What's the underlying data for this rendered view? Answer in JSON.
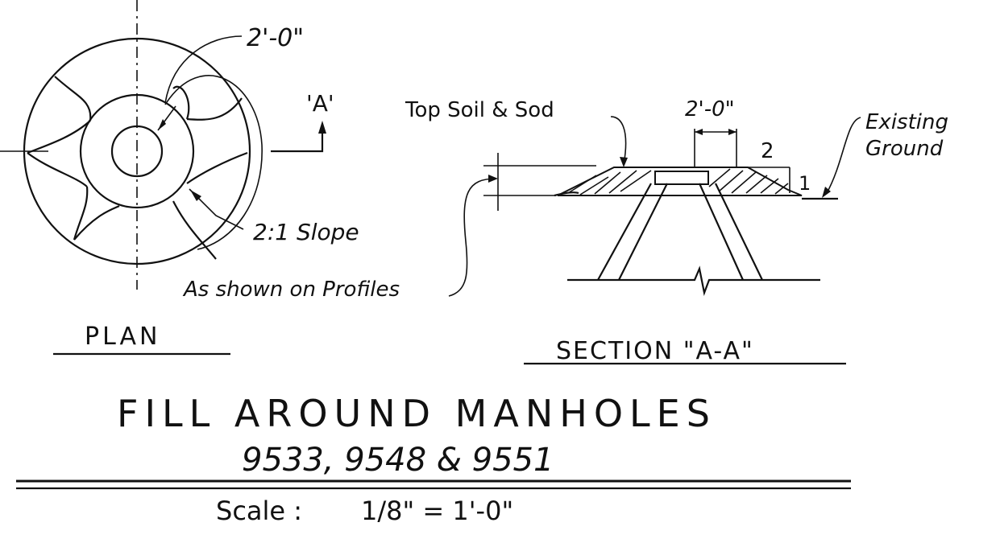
{
  "plan": {
    "dim_label": "2'-0\"",
    "section_marker": "'A'",
    "slope_label": "2:1 Slope",
    "profiles_note": "As shown on Profiles",
    "title": "PLAN"
  },
  "section": {
    "topsoil_label": "Top Soil & Sod",
    "dim_label": "2'-0\"",
    "slope_run": "2",
    "slope_rise": "1",
    "ground_label_line1": "Existing",
    "ground_label_line2": "Ground",
    "title": "SECTION \"A-A\""
  },
  "sheet": {
    "title": "FILL AROUND MANHOLES",
    "subtitle": "9533, 9548 & 9551",
    "scale_label": "Scale :",
    "scale_value": "1/8\" = 1'-0\""
  }
}
